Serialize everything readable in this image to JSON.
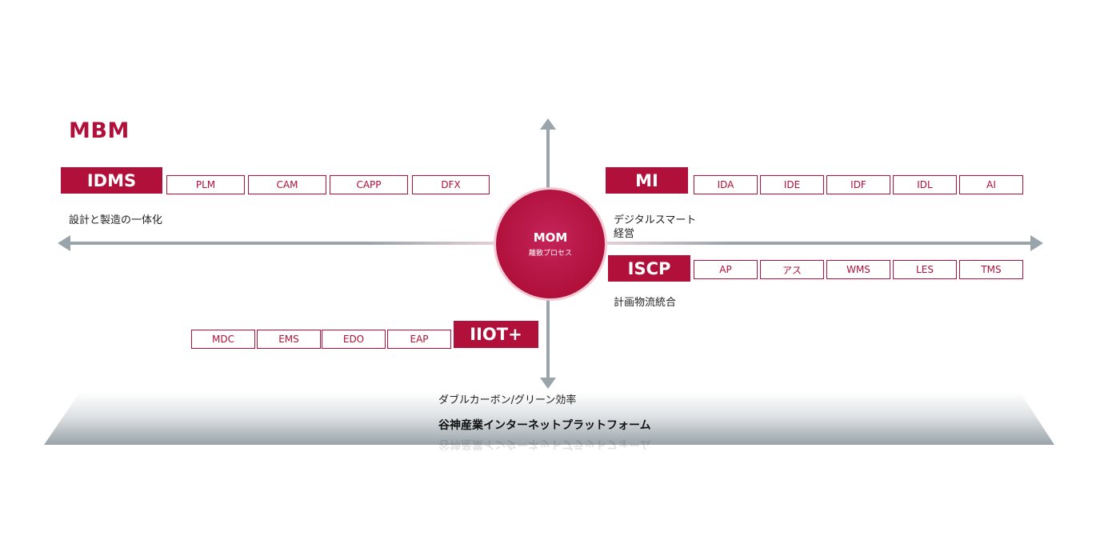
{
  "mbm": {
    "title": "MBM"
  },
  "idms": {
    "label": "IDMS",
    "caption": "設計と製造の一体化",
    "items": [
      "PLM",
      "CAM",
      "CAPP",
      "DFX"
    ]
  },
  "mi": {
    "label": "MI",
    "caption_line1": "デジタルスマート",
    "caption_line2": "経営",
    "items": [
      "IDA",
      "IDE",
      "IDF",
      "IDL",
      "AI"
    ]
  },
  "iscp": {
    "label": "ISCP",
    "caption": "計画物流統合",
    "items": [
      "AP",
      "アス",
      "WMS",
      "LES",
      "TMS"
    ]
  },
  "iiot": {
    "label": "IIOT+",
    "items": [
      "MDC",
      "EMS",
      "EDO",
      "EAP"
    ]
  },
  "mom": {
    "title": "MOM",
    "subtitle": "離散プロセス"
  },
  "bottom": {
    "caption": "ダブルカーボン/グリーン効率",
    "platform": "谷神産業インターネットプラットフォーム"
  },
  "colors": {
    "accent": "#b0103a",
    "axis": "#9aa5ab"
  }
}
